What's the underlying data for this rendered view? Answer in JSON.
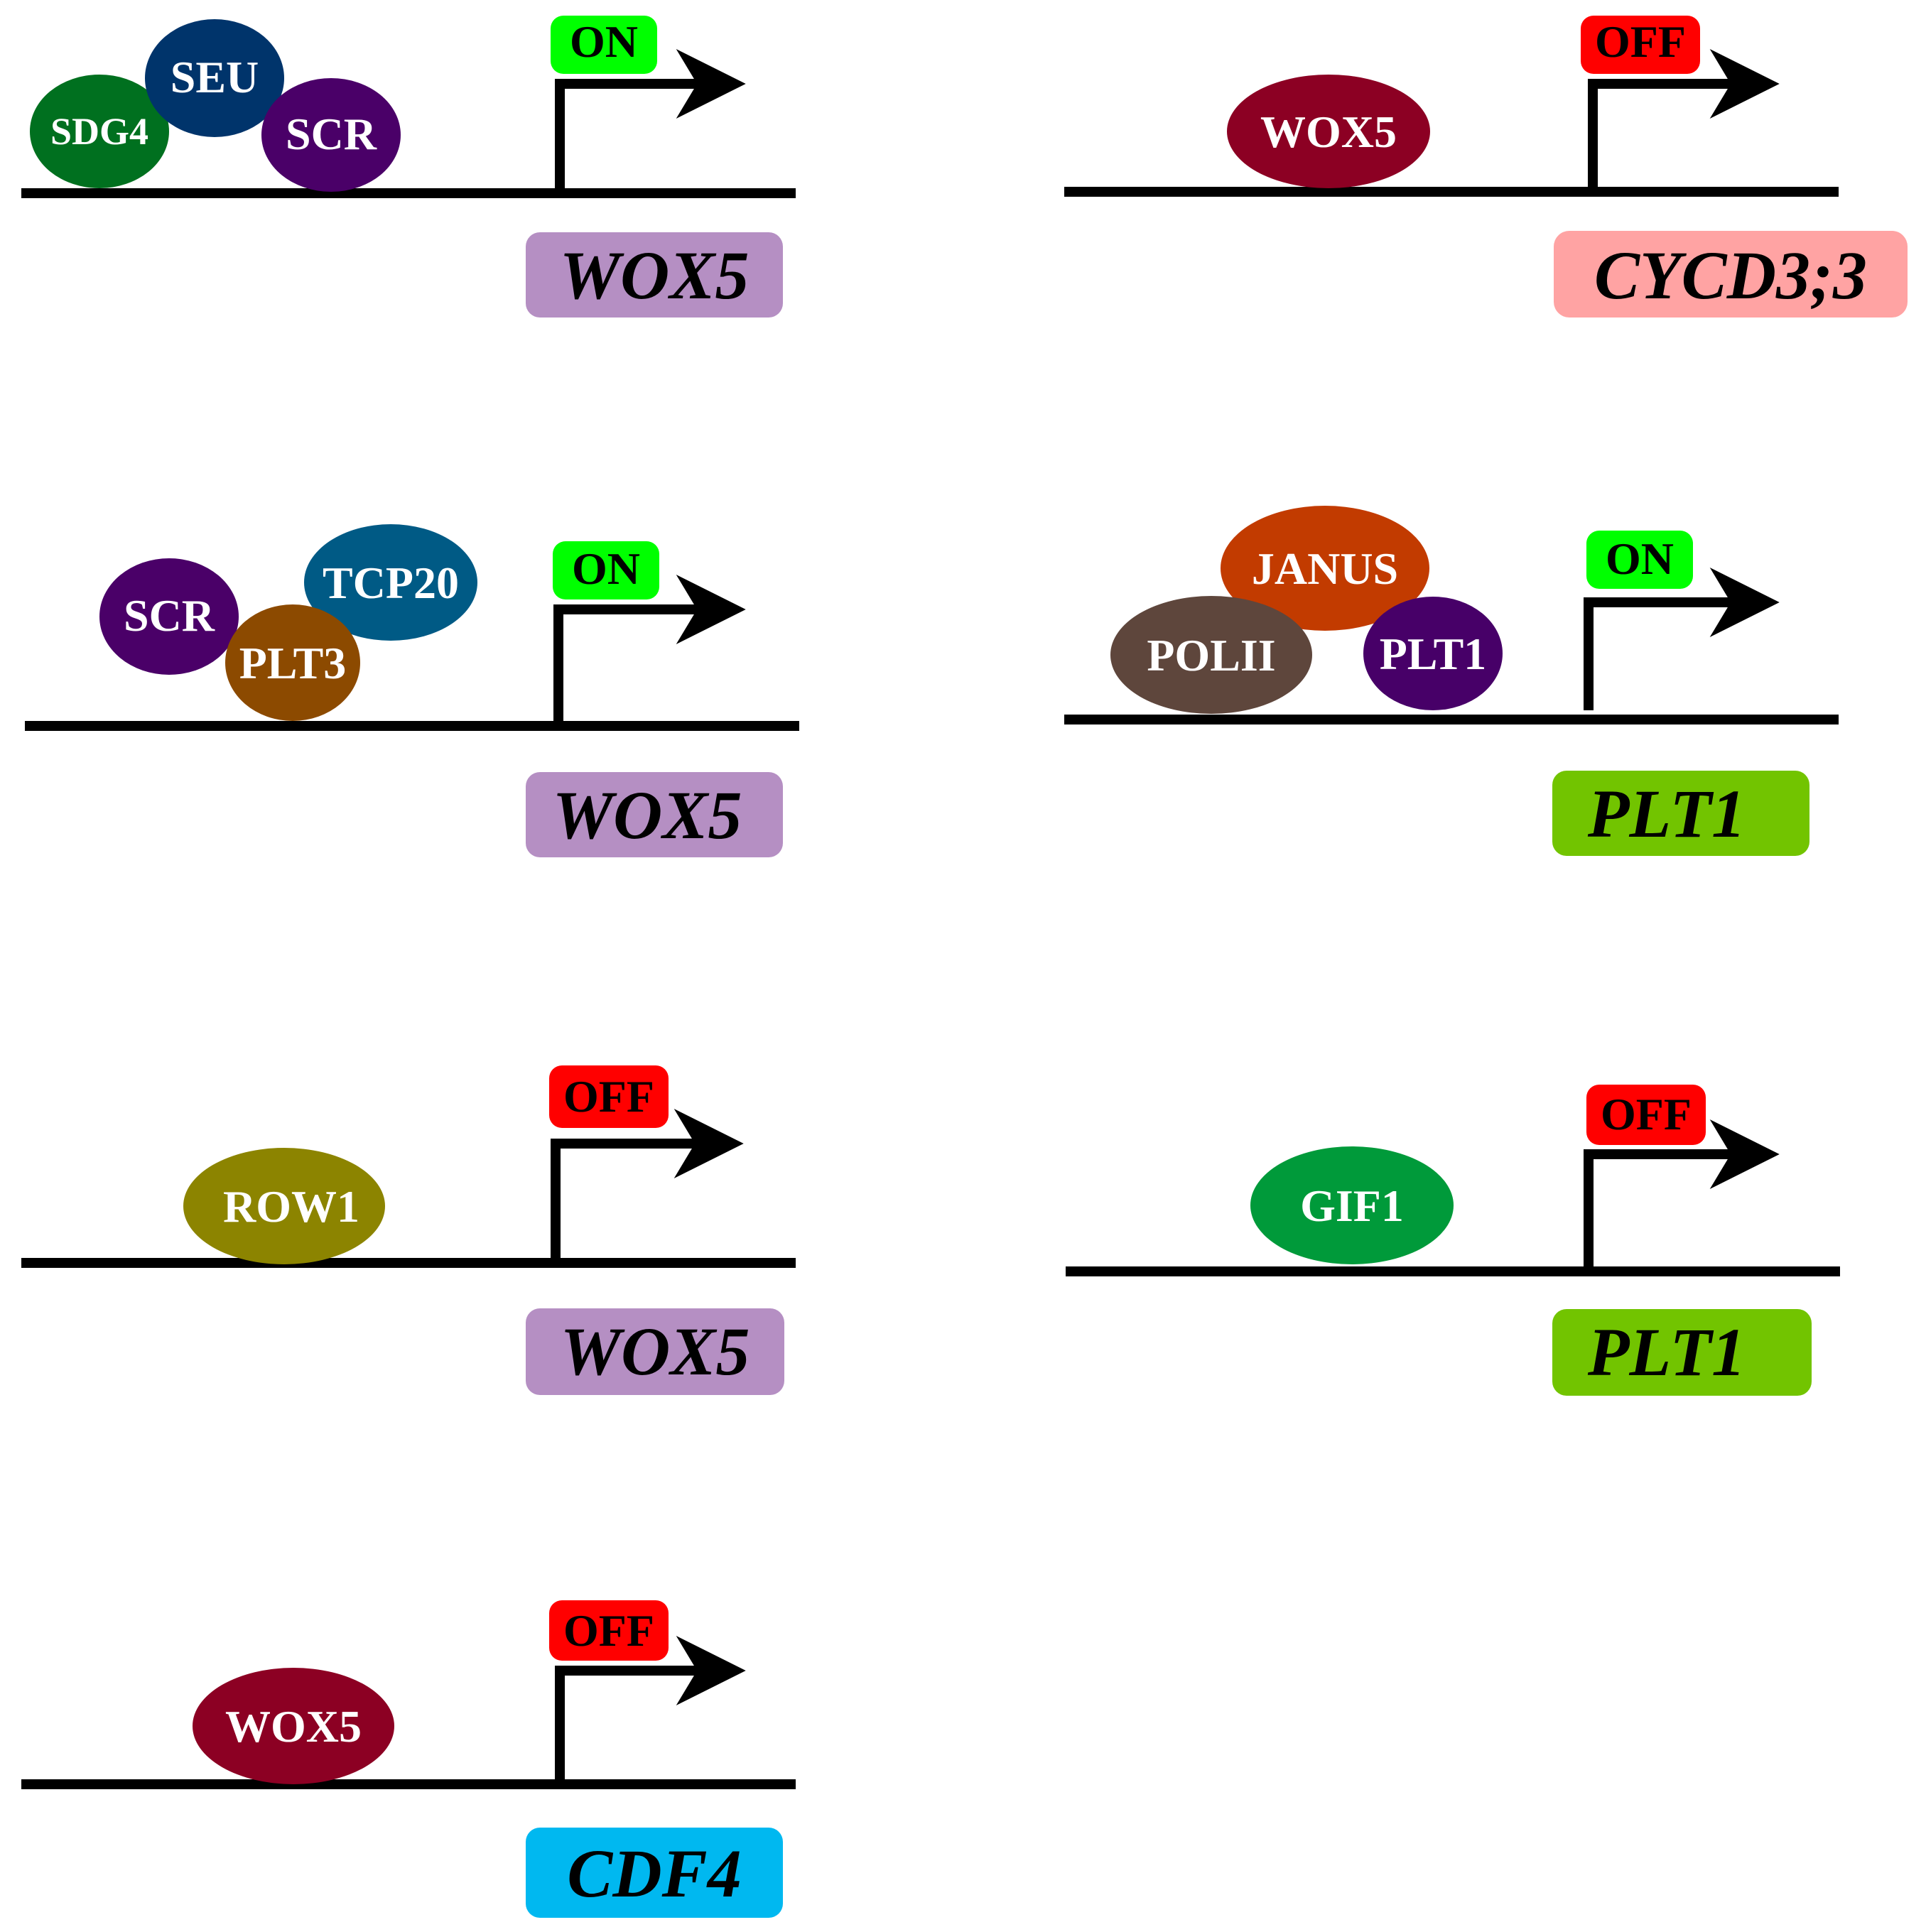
{
  "colors": {
    "line": "#000000",
    "on": "#00ff00",
    "off": "#ff0000",
    "wox5_gene": "#b58fc3",
    "cycd33_gene": "#ffa3a3",
    "plt1_gene": "#72c400",
    "cdf4_gene": "#00b8f0"
  },
  "panels": [
    {
      "state": "ON",
      "gene": "WOX5",
      "gene_color": "#b58fc3",
      "proteins": [
        {
          "name": "SDG4",
          "color": "#00701f"
        },
        {
          "name": "SEU",
          "color": "#00346b"
        },
        {
          "name": "SCR",
          "color": "#4a0068"
        }
      ]
    },
    {
      "state": "OFF",
      "gene": "CYCD3;3",
      "gene_color": "#ffa3a3",
      "proteins": [
        {
          "name": "WOX5",
          "color": "#8c0023"
        }
      ]
    },
    {
      "state": "ON",
      "gene": "WOX5",
      "gene_color": "#b58fc3",
      "proteins": [
        {
          "name": "SCR",
          "color": "#4a0068"
        },
        {
          "name": "TCP20",
          "color": "#005a85"
        },
        {
          "name": "PLT3",
          "color": "#8c4a00"
        }
      ]
    },
    {
      "state": "ON",
      "gene": "PLT1",
      "gene_color": "#72c400",
      "proteins": [
        {
          "name": "JANUS",
          "color": "#c23b00"
        },
        {
          "name": "POLII",
          "color": "#5e463c"
        },
        {
          "name": "PLT1",
          "color": "#470068"
        }
      ]
    },
    {
      "state": "OFF",
      "gene": "WOX5",
      "gene_color": "#b58fc3",
      "proteins": [
        {
          "name": "ROW1",
          "color": "#8c8400"
        }
      ]
    },
    {
      "state": "OFF",
      "gene": "PLT1",
      "gene_color": "#72c400",
      "proteins": [
        {
          "name": "GIF1",
          "color": "#009a3a"
        }
      ]
    },
    {
      "state": "OFF",
      "gene": "CDF4",
      "gene_color": "#00b8f0",
      "proteins": [
        {
          "name": "WOX5",
          "color": "#8c0023"
        }
      ]
    }
  ]
}
